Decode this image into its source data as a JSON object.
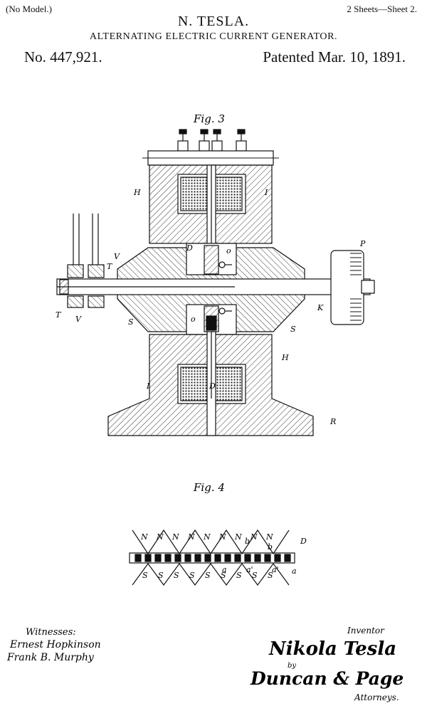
{
  "header": {
    "model_note": "(No Model.)",
    "sheets": "2 Sheets—Sheet 2.",
    "inventor": "N. TESLA.",
    "title": "ALTERNATING ELECTRIC CURRENT GENERATOR.",
    "patent_number": "No. 447,921.",
    "patented": "Patented Mar. 10, 1891."
  },
  "figures": {
    "fig3": {
      "label": "Fig. 3",
      "labels": {
        "H_left": "H",
        "I_right": "I",
        "V": "V",
        "T_small": "T",
        "D_upper": "D",
        "o_upper": "o",
        "P": "P",
        "T": "T",
        "V_lower": "V",
        "S_left": "S",
        "o_lower": "o",
        "K": "K",
        "S_right": "S",
        "H_right": "H",
        "I_left": "I",
        "D_lower": "D",
        "R": "R"
      }
    },
    "fig4": {
      "label": "Fig. 4",
      "n_labels": [
        "N",
        "N",
        "N",
        "N",
        "N",
        "N",
        "N",
        "N",
        "N"
      ],
      "s_labels": [
        "S",
        "S",
        "S",
        "S",
        "S",
        "S",
        "S",
        "S",
        "S"
      ],
      "labels": {
        "b": "b",
        "b2": "b",
        "D": "D",
        "a": "a",
        "a_prime": "a'",
        "a_prime2": "a'",
        "a2": "a"
      }
    }
  },
  "footer": {
    "witnesses_label": "Witnesses:",
    "witness_1": "Ernest Hopkinson",
    "witness_2": "Frank B. Murphy",
    "inventor_label": "Inventor",
    "inventor_signature": "Nikola Tesla",
    "by": "by",
    "attorneys_signature": "Duncan & Page",
    "attorneys_label": "Attorneys."
  }
}
